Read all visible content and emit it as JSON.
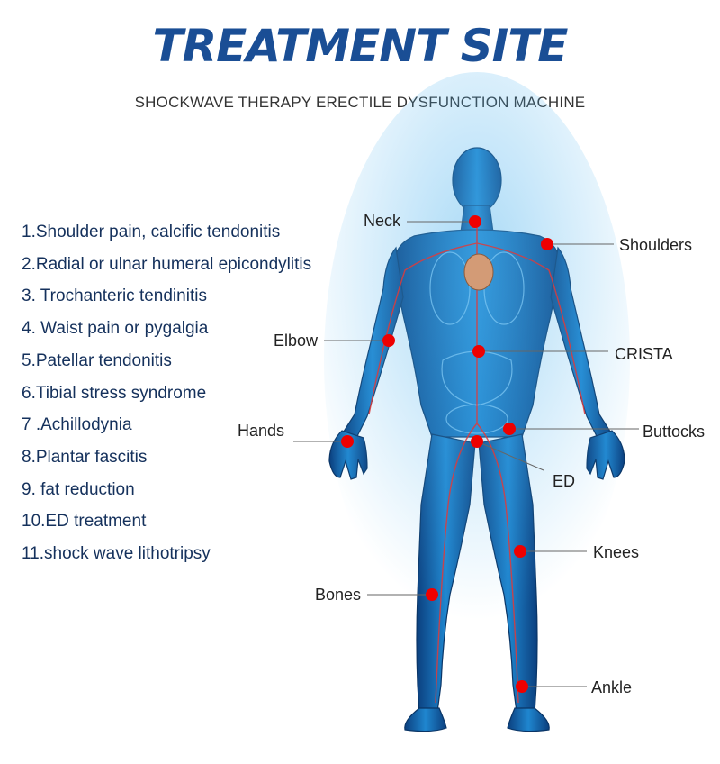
{
  "header": {
    "title": "TREATMENT SITE",
    "subtitle": "SHOCKWAVE THERAPY ERECTILE DYSFUNCTION MACHINE"
  },
  "treatments": [
    "1.Shoulder pain, calcific tendonitis",
    "2.Radial or ulnar humeral epicondylitis",
    "3. Trochanteric tendinitis",
    "4. Waist pain or pygalgia",
    "5.Patellar tendonitis",
    "6.Tibial stress syndrome",
    "7 .Achillodynia",
    "8.Plantar fascitis",
    "9. fat reduction",
    "10.ED treatment",
    "11.shock wave lithotripsy"
  ],
  "sites": {
    "neck": "Neck",
    "shoulders": "Shoulders",
    "elbow": "Elbow",
    "crista": "CRISTA",
    "hands": "Hands",
    "buttocks": "Buttocks",
    "ed": "ED",
    "knees": "Knees",
    "bones": "Bones",
    "ankle": "Ankle"
  },
  "colors": {
    "title": "#1a4e95",
    "body": "#1668b0",
    "marker": "#ee0000",
    "leader_line": "#666666"
  }
}
